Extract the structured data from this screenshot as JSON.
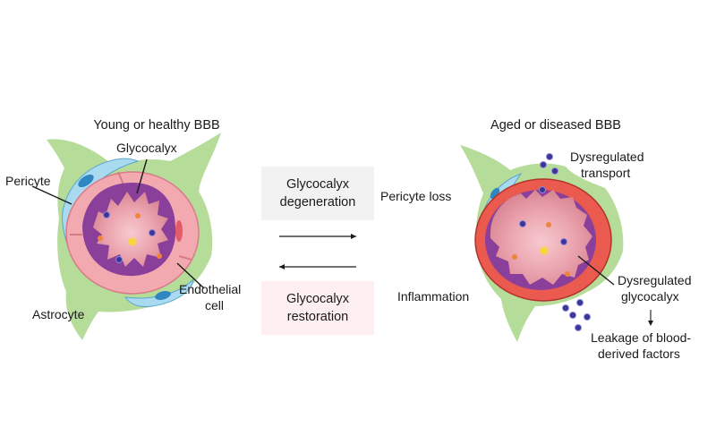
{
  "left_panel": {
    "title": "Young or healthy BBB",
    "labels": {
      "glycocalyx": "Glycocalyx",
      "pericyte": "Pericyte",
      "endothelial_1": "Endothelial",
      "endothelial_2": "cell",
      "astrocyte": "Astrocyte"
    }
  },
  "middle": {
    "degeneration_1": "Glycocalyx",
    "degeneration_2": "degeneration",
    "restoration_1": "Glycocalyx",
    "restoration_2": "restoration",
    "pericyte_loss": "Pericyte loss",
    "inflammation": "Inflammation"
  },
  "right_panel": {
    "title": "Aged or diseased BBB",
    "labels": {
      "dysreg_transport_1": "Dysregulated",
      "dysreg_transport_2": "transport",
      "dysreg_glyco_1": "Dysregulated",
      "dysreg_glyco_2": "glycocalyx",
      "leakage_1": "Leakage of blood-",
      "leakage_2": "derived factors"
    }
  },
  "colors": {
    "astrocyte": "#b6dc9a",
    "pericyte": "#a9daf0",
    "pericyte_nucleus": "#2f86c0",
    "endothelium_healthy": "#f2a9b0",
    "endothelium_diseased": "#ea5a4e",
    "lumen": "#e59aa6",
    "glycocalyx": "#8a3f9a",
    "molecule_blue": "#3a3596",
    "molecule_orange": "#f0853a",
    "molecule_yellow": "#f7d63a",
    "degeneration_box": "#f2f2f2",
    "restoration_box": "#fdeef0"
  }
}
